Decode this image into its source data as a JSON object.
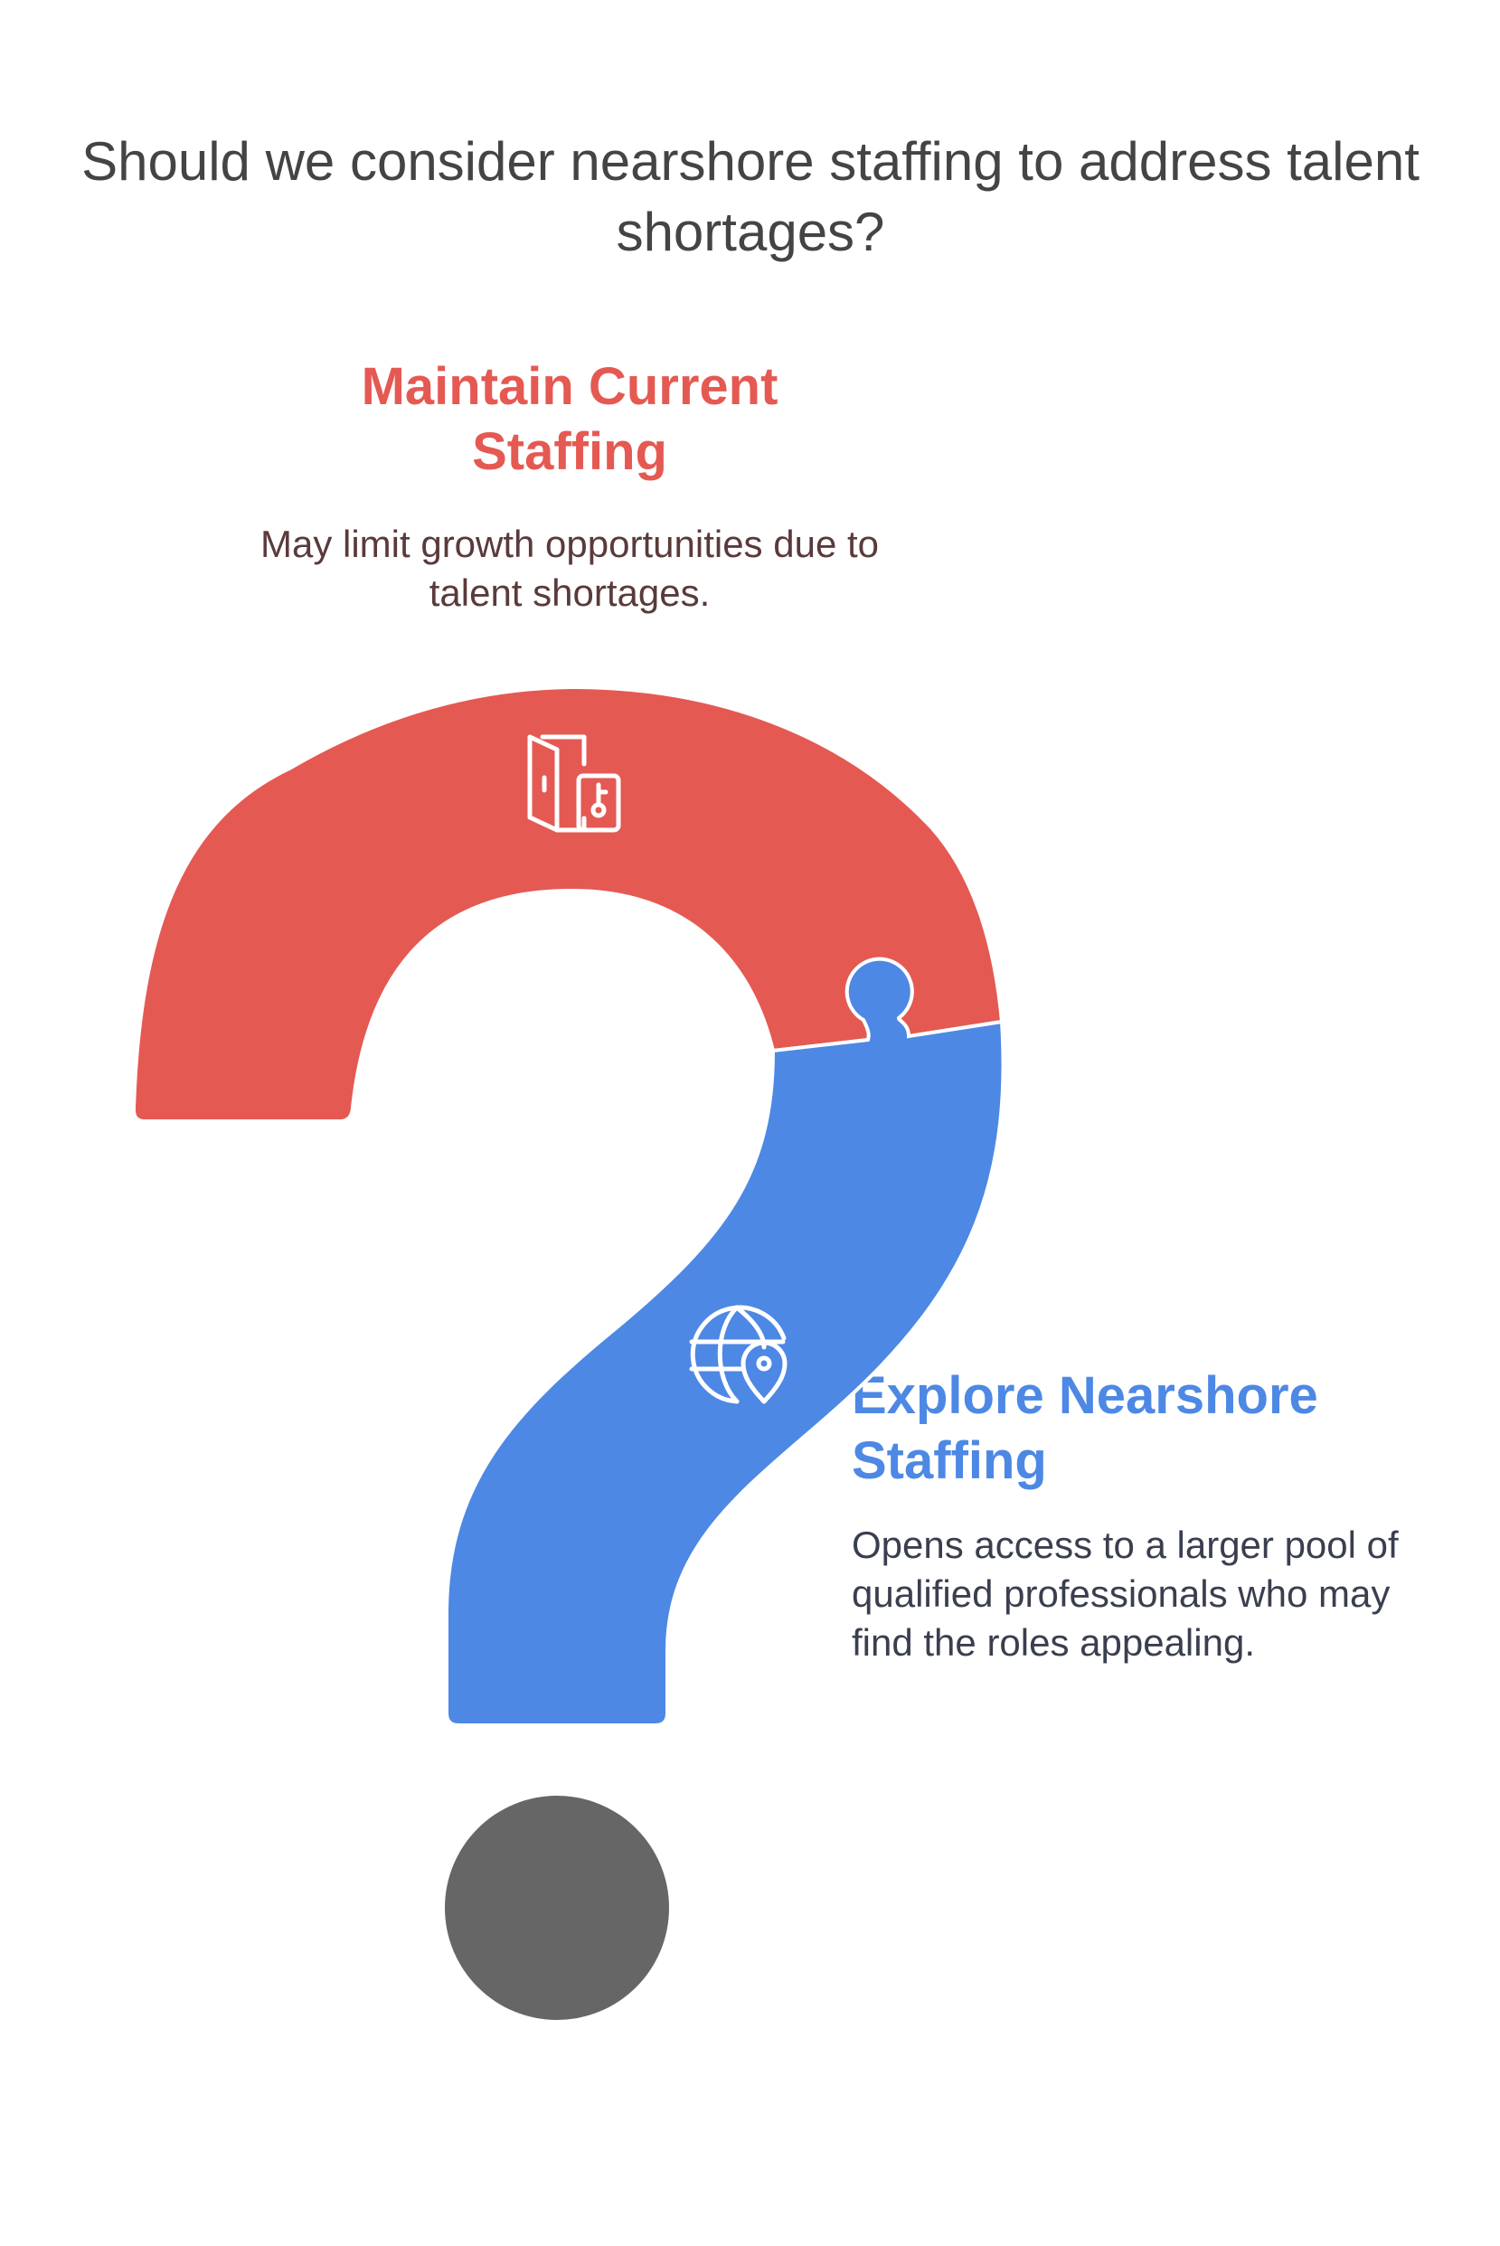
{
  "title": "Should we consider nearshore staffing to address talent shortages?",
  "options": [
    {
      "title": "Maintain Current Staffing",
      "description": "May limit growth opportunities due to talent shortages.",
      "color": "#E55953",
      "text_color": "#5A3A3A",
      "icon": "door-key-icon"
    },
    {
      "title": "Explore Nearshore Staffing",
      "description": "Opens access to a larger pool of qualified professionals who may find the roles appealing.",
      "color": "#4D88E4",
      "text_color": "#3A3F4F",
      "icon": "globe-location-icon"
    }
  ],
  "dot_color": "#666666"
}
